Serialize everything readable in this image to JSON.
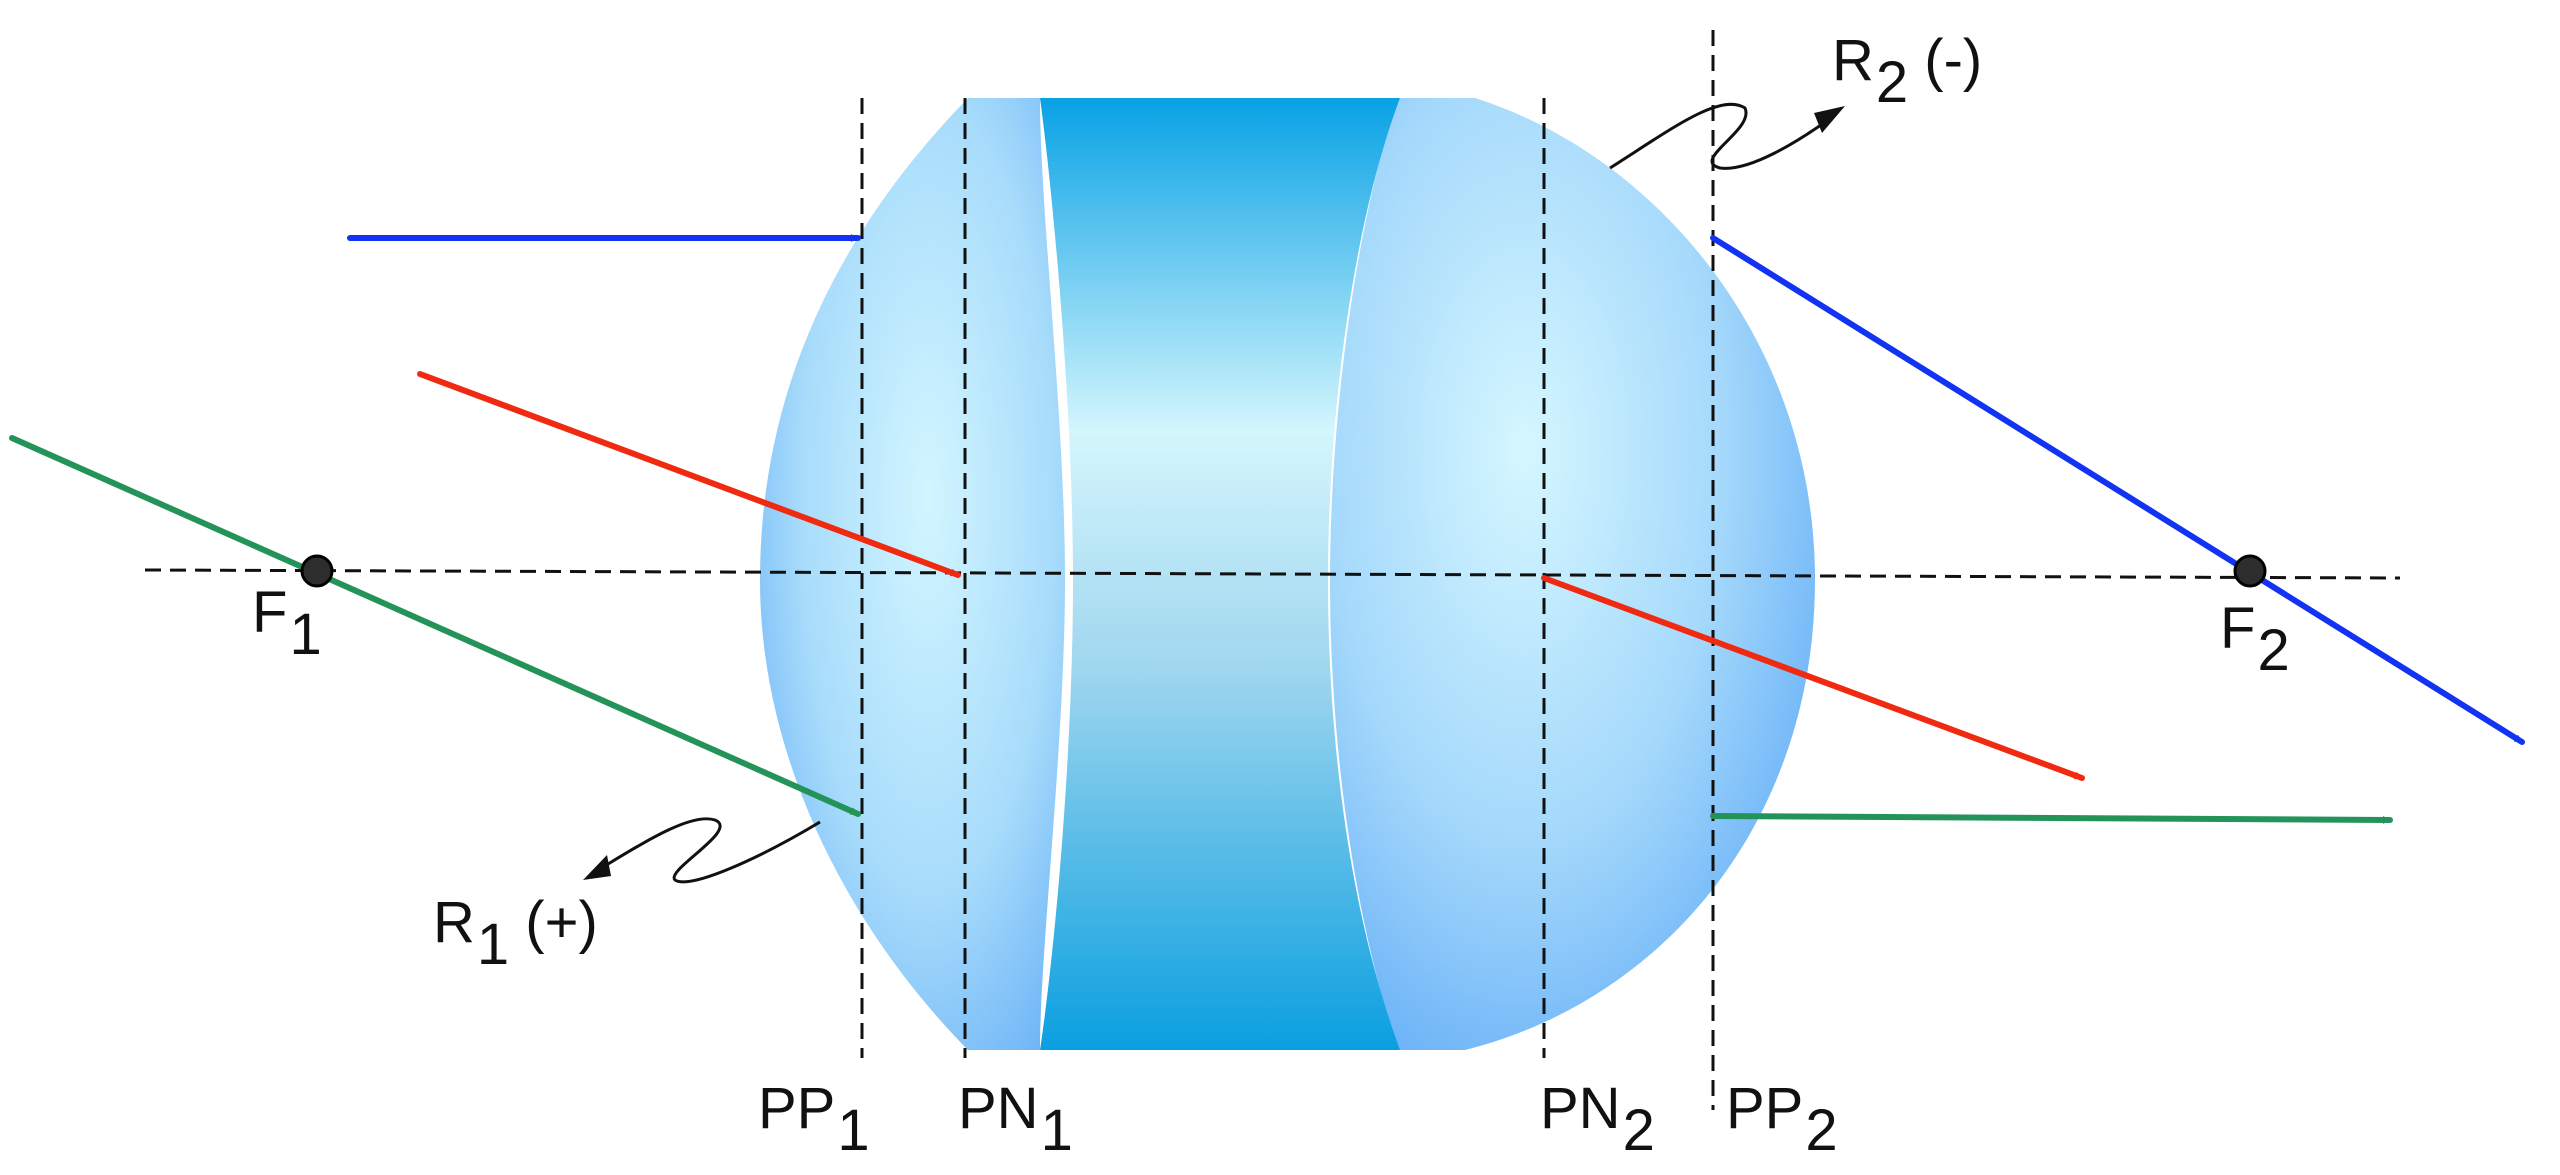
{
  "labels": {
    "f1": {
      "main": "F",
      "sub": "1"
    },
    "f2": {
      "main": "F",
      "sub": "2"
    },
    "r1": {
      "main": "R",
      "sub": "1",
      "suffix": " (+)"
    },
    "r2": {
      "main": "R",
      "sub": "2",
      "suffix": " (-)"
    },
    "pp1": {
      "main": "PP",
      "sub": "1"
    },
    "pn1": {
      "main": "PN",
      "sub": "1"
    },
    "pn2": {
      "main": "PN",
      "sub": "2"
    },
    "pp2": {
      "main": "PP",
      "sub": "2"
    }
  },
  "colors": {
    "blue_ray": "#1234f2",
    "red_ray": "#f02a10",
    "green_ray": "#24935a",
    "guide_lines": "#111111",
    "lens_light": "#d3f6ff",
    "lens_mid": "#8ccaf7",
    "lens_dark": "#55a7f8",
    "block_dark": "#0aa4e6"
  }
}
